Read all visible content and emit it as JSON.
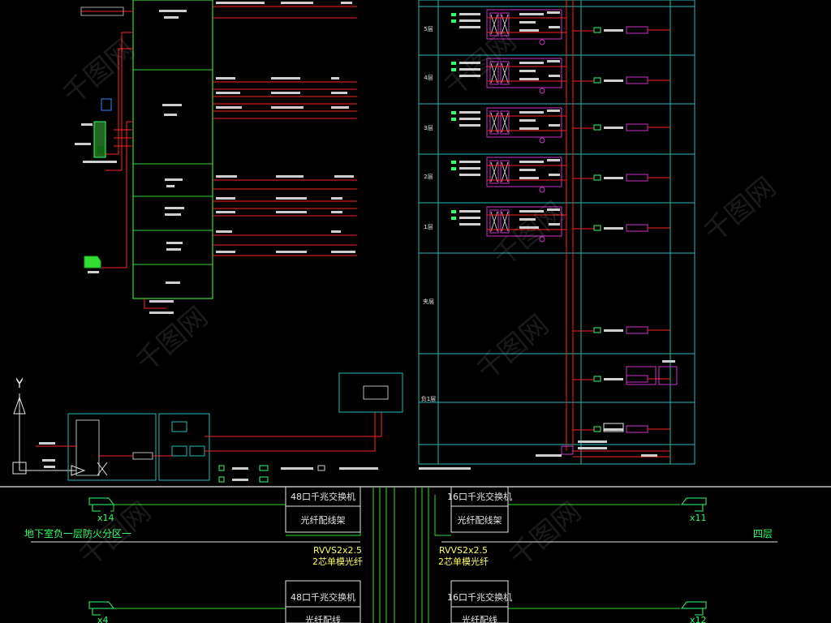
{
  "panel_labels": {
    "switch_48_top": "48口千兆交换机",
    "odf_top_left": "光纤配线架",
    "switch_16_top": "16口千兆交换机",
    "odf_top_right": "光纤配线架",
    "switch_48_bottom": "48口千兆交换机",
    "switch_16_bottom": "16口千兆交换机",
    "odf_bottom_left": "光纤配线",
    "odf_bottom_right": "光纤配线"
  },
  "cable_labels": {
    "left_cable": "RVVS2x2.5",
    "left_fiber": "2芯单模光纤",
    "right_cable": "RVVS2x2.5",
    "right_fiber": "2芯单模光纤"
  },
  "zone_labels": {
    "basement": "地下室负一层防火分区一",
    "roof": "四层"
  },
  "camera_counts": {
    "top_left": "x14",
    "top_right": "x11",
    "bottom_left": "x4",
    "bottom_right": "x12"
  },
  "axis_label": "Y",
  "riser_floor_labels": [
    "5层",
    "4层",
    "3层",
    "2层",
    "1层",
    "夹层",
    "负1层"
  ],
  "watermark": "千图网",
  "colors": {
    "background": "#000000",
    "frame_green": "#33dd33",
    "riser_cyan": "#22bbbb",
    "wire_red": "#ff2222",
    "device_magenta": "#cc33cc",
    "label_yellow": "#ffff66",
    "label_green": "#33ff66"
  }
}
